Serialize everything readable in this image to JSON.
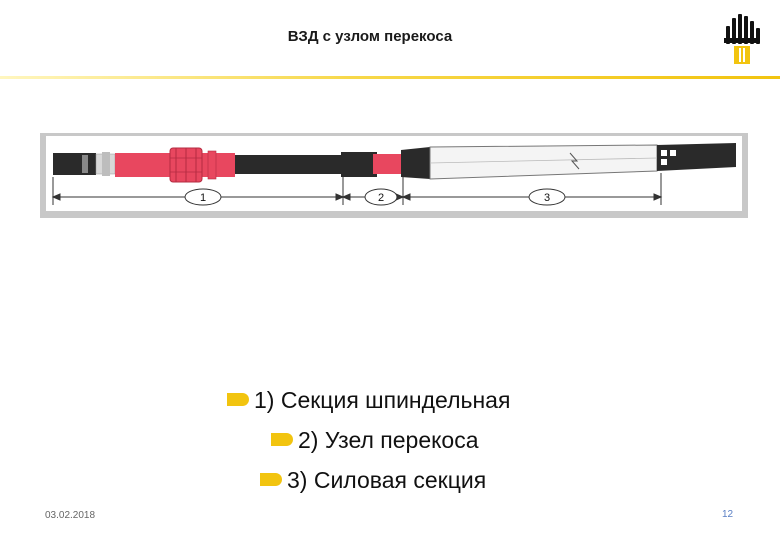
{
  "slide": {
    "title": "ВЗД с узлом перекоса",
    "date": "03.02.2018",
    "page_number": "12"
  },
  "diagram": {
    "section_labels": [
      "1",
      "2",
      "3"
    ],
    "colors": {
      "spindle": "#e8475f",
      "dark_body": "#2a2a2a",
      "power_section": "#f4f4f4",
      "frame": "#c8c8c8"
    }
  },
  "legend": {
    "items": [
      "1) Секция шпиндельная",
      "2) Узел перекоса",
      "3) Силовая секция"
    ]
  },
  "colors": {
    "accent": "#f2c40f",
    "page_number": "#5a7fc4"
  }
}
